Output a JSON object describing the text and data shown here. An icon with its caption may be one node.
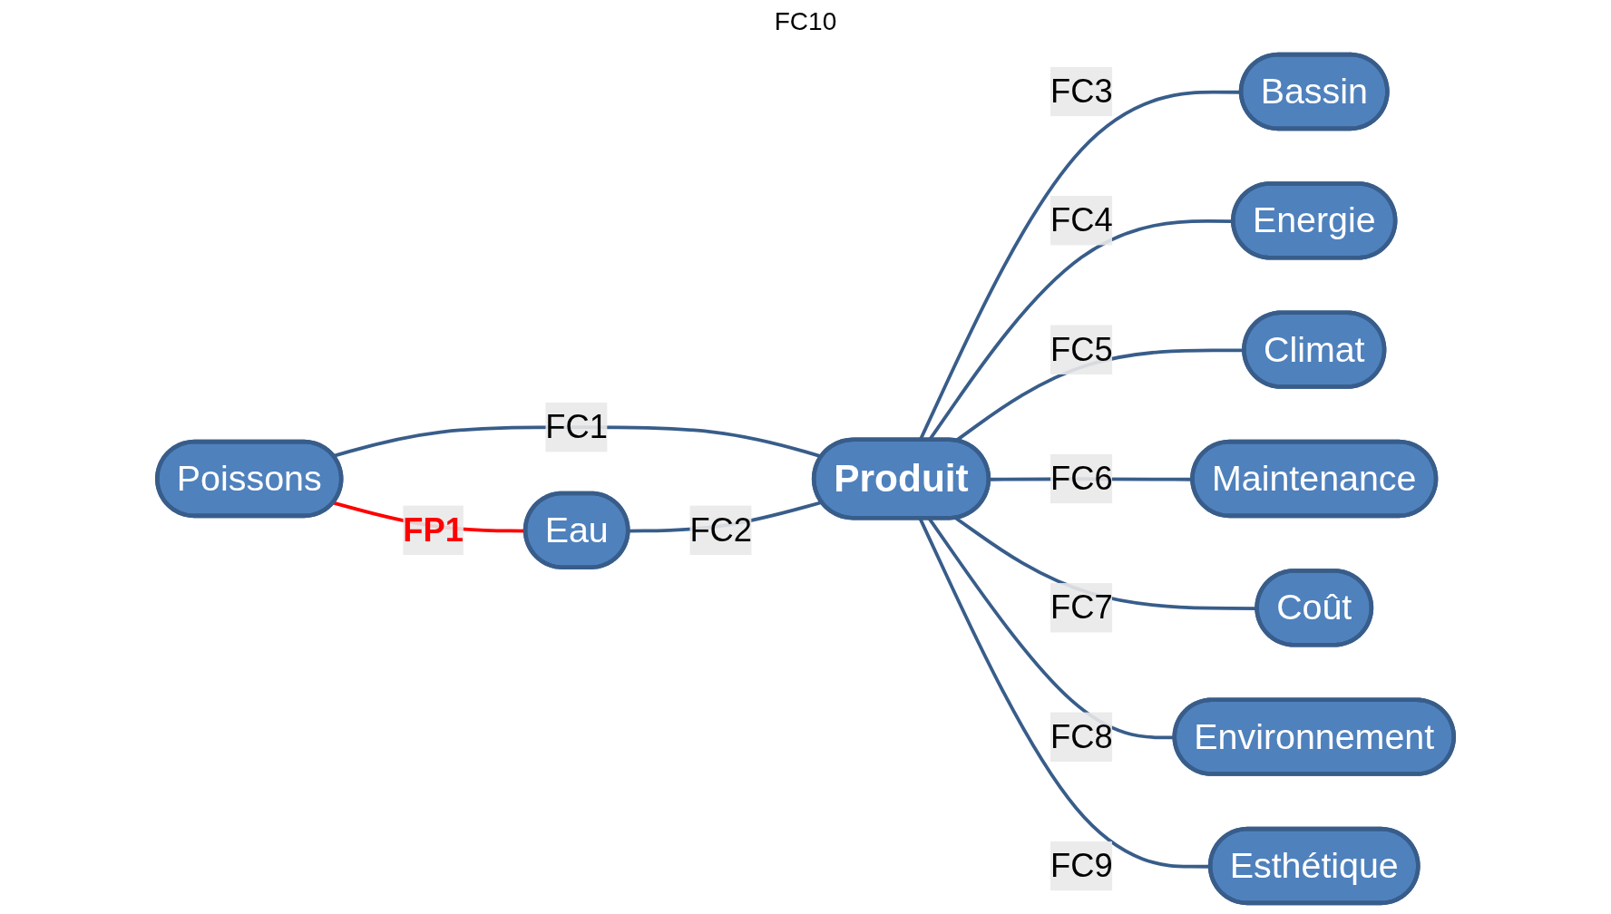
{
  "diagram": {
    "nodes": [
      {
        "text": [
          "Esthétique"
        ]
      },
      {
        "text": [
          "Poissons"
        ]
      },
      {
        "text": [
          "Environnement"
        ]
      },
      {
        "text": [
          "Eau"
        ]
      },
      {
        "text": [
          "Produit"
        ]
      },
      {
        "text": [
          "Coût"
        ]
      },
      {
        "text": [
          "Bassin"
        ]
      },
      {
        "text": [
          "Maintenance"
        ]
      },
      {
        "text": [
          "Energie"
        ]
      },
      {
        "text": [
          "Climat"
        ]
      }
    ],
    "edges": [
      {
        "from": 1,
        "to": 3,
        "arrow": "none",
        "label": "FP1",
        "color": "#ff0000"
      },
      {
        "from": 1,
        "to": 4,
        "arrow": "none",
        "label": "FC1"
      },
      {
        "from": 3,
        "to": 4,
        "arrow": "none",
        "label": "FC2"
      },
      {
        "from": 4,
        "to": 6,
        "arrow": "none",
        "label": "FC3"
      },
      {
        "from": 4,
        "to": 8,
        "arrow": "none",
        "label": "FC4"
      },
      {
        "from": 4,
        "to": 9,
        "arrow": "none",
        "label": "FC5"
      },
      {
        "from": 4,
        "to": 7,
        "arrow": "none",
        "label": "FC6"
      },
      {
        "from": 4,
        "to": 5,
        "arrow": "none",
        "label": "FC7"
      },
      {
        "from": 4,
        "to": 2,
        "arrow": "none",
        "label": "FC8"
      },
      {
        "from": 4,
        "to": 0,
        "arrow": "none",
        "label": "FC9"
      }
    ],
    "labels": [
      "FC10"
    ]
  }
}
